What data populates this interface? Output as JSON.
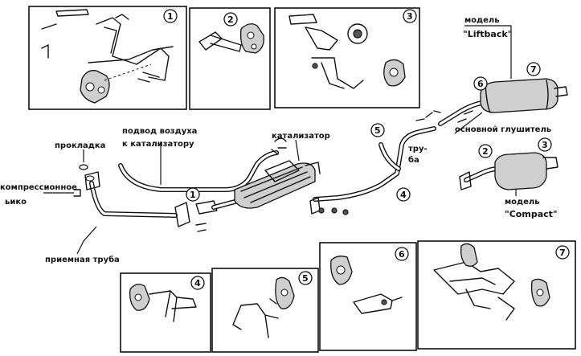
{
  "labels": {
    "model_liftback_line1": "модель",
    "model_liftback_line2": "\"Liftback\"",
    "main_muffler": "основной глушитель",
    "catalyst": "катализатор",
    "air_supply_line1": "подвод воздуха",
    "air_supply_line2": "к катализатору",
    "gasket": "прокладка",
    "compression_ring_line1": "компрессионное",
    "compression_ring_line2": "ьико",
    "pipe_line1": "тру-",
    "pipe_line2": "ба",
    "model_compact_line1": "модель",
    "model_compact_line2": "\"Compact\"",
    "intake_pipe": "приемная труба"
  },
  "callouts": [
    "1",
    "2",
    "3",
    "4",
    "5",
    "6",
    "7"
  ]
}
